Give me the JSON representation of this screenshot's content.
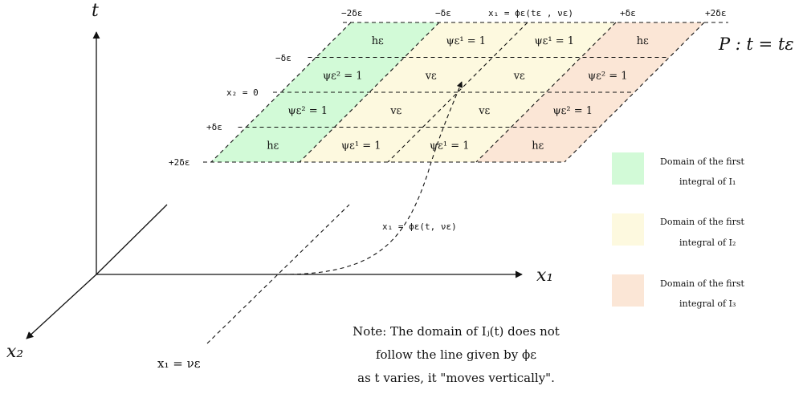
{
  "colors": {
    "green": "#d2fad7",
    "yellow": "#fdf9df",
    "orange": "#fbe6d6",
    "line": "#111111"
  },
  "axes": {
    "t": "t",
    "x1": "x₁",
    "x2": "x₂"
  },
  "plane_label": "P : t = tε",
  "top_ticks": [
    "−2δε",
    "−δε",
    "x₁ = ϕε(tε , νε)",
    "+δε",
    "+2δε"
  ],
  "left_ticks": [
    "−δε",
    "x₂ = 0",
    "+δε",
    "+2δε"
  ],
  "grid_rows": [
    [
      "hε",
      "ψε¹ = 1",
      "ψε¹ = 1",
      "hε"
    ],
    [
      "ψε² = 1",
      "vε",
      "vε",
      "ψε² = 1"
    ],
    [
      "ψε² = 1",
      "vε",
      "vε",
      "ψε² = 1"
    ],
    [
      "hε",
      "ψε¹ = 1",
      "ψε¹ = 1",
      "hε"
    ]
  ],
  "curve_label": "x₁ = ϕε(t, νε)",
  "line_label": "x₁ = νε",
  "legend": [
    {
      "line1": "Domain of the first",
      "line2": "integral of I₁",
      "color": "#d2fad7"
    },
    {
      "line1": "Domain of the first",
      "line2": "integral of I₂",
      "color": "#fdf9df"
    },
    {
      "line1": "Domain of the first",
      "line2": "integral of I₃",
      "color": "#fbe6d6"
    }
  ],
  "note": [
    "Note: The domain of Iⱼ(t) does not",
    "follow the line given by ϕε",
    "as t varies, it \"moves vertically\"."
  ]
}
